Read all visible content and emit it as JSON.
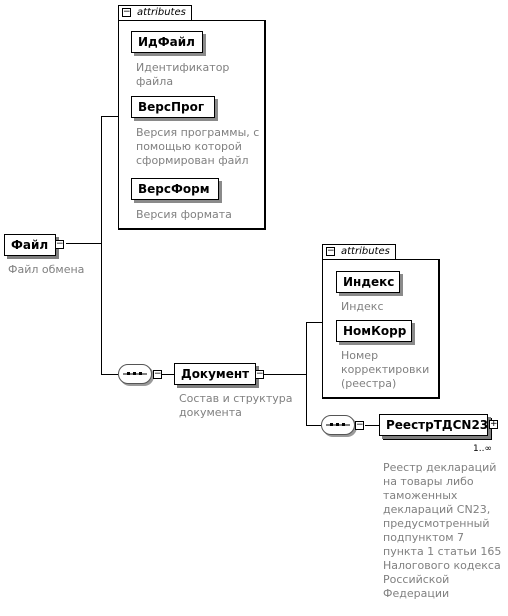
{
  "root": {
    "name": "Файл",
    "description": "Файл обмена",
    "expand_icon": "minus-icon"
  },
  "file_attributes": {
    "tab_label": "attributes",
    "items": [
      {
        "name": "ИдФайл",
        "description": "Идентификатор файла"
      },
      {
        "name": "ВерсПрог",
        "description": "Версия программы, с помощью которой сформирован файл"
      },
      {
        "name": "ВерсФорм",
        "description": "Версия формата"
      }
    ]
  },
  "document": {
    "name": "Документ",
    "description": "Состав и структура документа"
  },
  "document_attributes": {
    "tab_label": "attributes",
    "items": [
      {
        "name": "Индекс",
        "description": "Индекс"
      },
      {
        "name": "НомКорр",
        "description": "Номер корректировки (реестра)"
      }
    ]
  },
  "registry": {
    "name": "РеестрТДCN23",
    "cardinality": "1..∞",
    "description": "Реестр деклараций на товары либо таможенных деклараций CN23, предусмотренный подпунктом 7 пункта 1 статьи 165 Налогового кодекса Российской Федерации"
  }
}
